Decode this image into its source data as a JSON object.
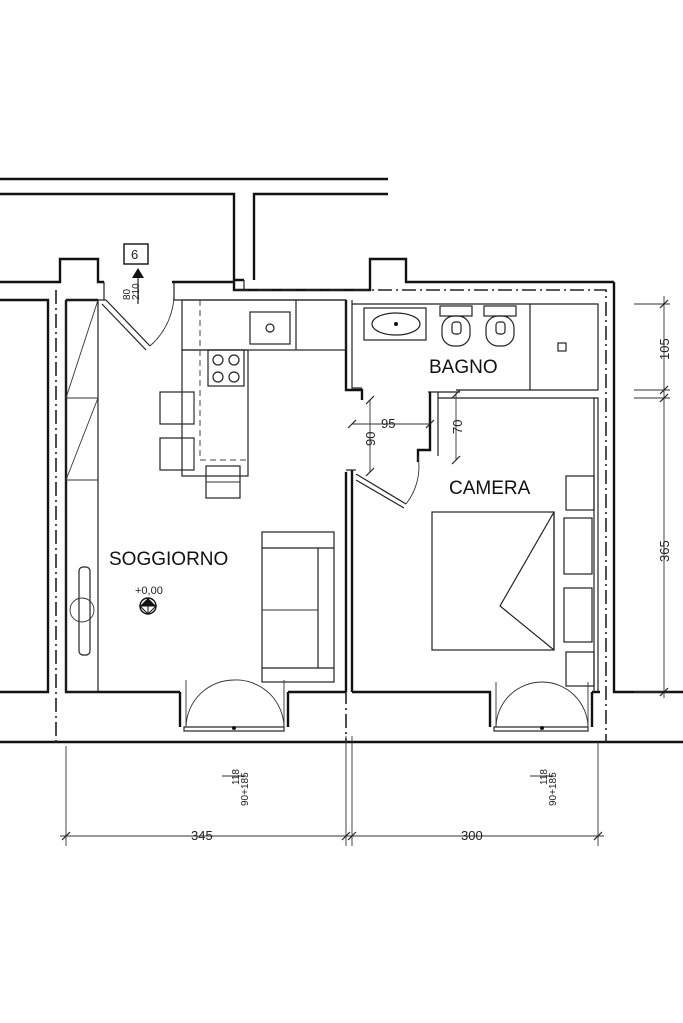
{
  "rooms": {
    "living": "SOGGIORNO",
    "bath": "BAGNO",
    "bedroom": "CAMERA"
  },
  "entrance": {
    "number": "6",
    "door_height": "210",
    "door_width": "80"
  },
  "elevation": "+0,00",
  "dimensions": {
    "living_width": "345",
    "bedroom_width": "300",
    "bath_depth": "105",
    "bedroom_depth": "365",
    "corridor_width": "95",
    "bedroom_door": "90",
    "bath_door": "70"
  },
  "windows": {
    "living_top": "118",
    "living_bottom": "90+185",
    "bedroom_top": "118",
    "bedroom_bottom": "90+185"
  }
}
